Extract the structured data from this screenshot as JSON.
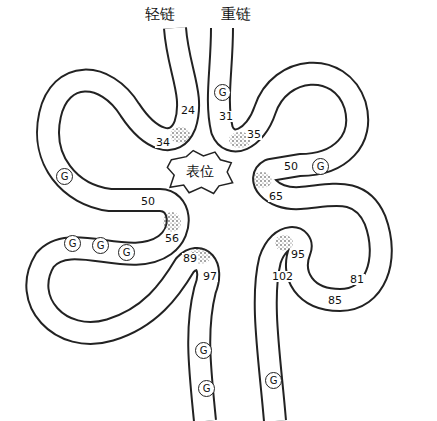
{
  "diagram": {
    "nodes": [
      {
        "text": [
          "表位"
        ]
      },
      {
        "text": [
          "G"
        ]
      },
      {
        "text": [
          "G"
        ]
      },
      {
        "text": [
          "G"
        ]
      },
      {
        "text": [
          "G"
        ]
      },
      {
        "text": [
          "G"
        ]
      },
      {
        "text": [
          "G"
        ]
      },
      {
        "text": [
          "G"
        ]
      },
      {
        "text": [
          "G"
        ]
      },
      {
        "text": [
          "G"
        ]
      }
    ],
    "labels": [
      "轻链",
      "重链",
      "24",
      "34",
      "31",
      "35",
      "50",
      "65",
      "50",
      "56",
      "89",
      "97",
      "95",
      "102",
      "81",
      "85"
    ]
  }
}
